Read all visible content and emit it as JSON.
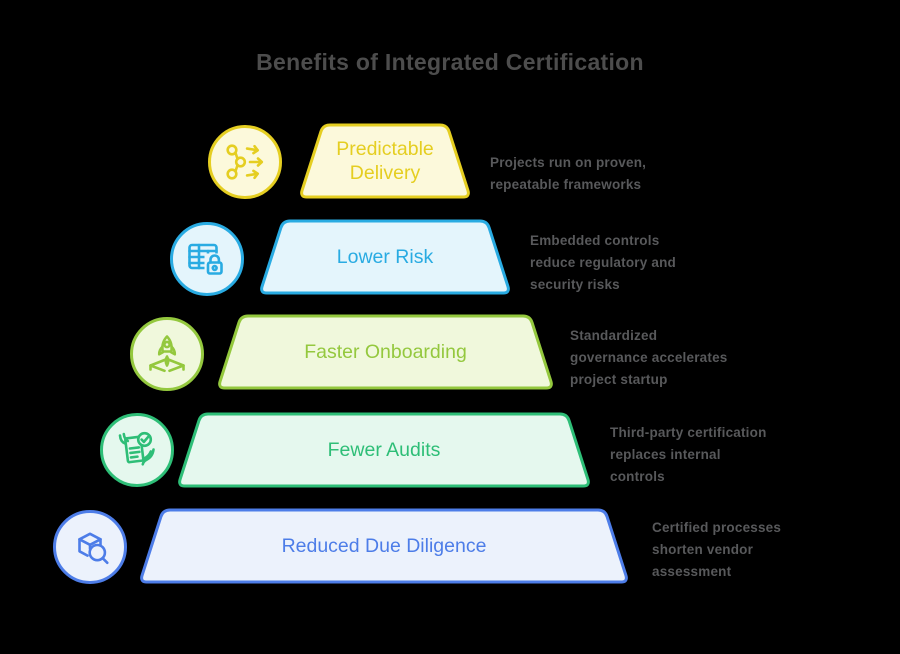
{
  "title": "Benefits of Integrated Certification",
  "background_color": "#000000",
  "title_color": "#4D4D4D",
  "description_color": "#58595B",
  "levels": [
    {
      "label": "Predictable Delivery",
      "description": "Projects run on proven, repeatable frameworks",
      "desc_lines": [
        "Projects run on proven,",
        "repeatable frameworks"
      ],
      "icon": "share-network-icon",
      "stroke": "#E5CE21",
      "fill": "#FCF9DB"
    },
    {
      "label": "Lower Risk",
      "description": "Embedded controls reduce regulatory and security risks",
      "desc_lines": [
        "Embedded controls",
        "reduce regulatory and",
        "security risks"
      ],
      "icon": "table-lock-icon",
      "stroke": "#29ABE2",
      "fill": "#E4F5FC"
    },
    {
      "label": "Faster Onboarding",
      "description": "Standardized governance accelerates project startup",
      "desc_lines": [
        "Standardized",
        "governance accelerates",
        "project startup"
      ],
      "icon": "rocket-launch-icon",
      "stroke": "#94C83E",
      "fill": "#F0F8DC"
    },
    {
      "label": "Fewer Audits",
      "description": "Third-party certification replaces internal controls",
      "desc_lines": [
        "Third-party certification",
        "replaces internal",
        "controls"
      ],
      "icon": "document-check-hand-icon",
      "stroke": "#2EBE77",
      "fill": "#E5F8EE"
    },
    {
      "label": "Reduced Due Diligence",
      "description": "Certified processes shorten vendor assessment",
      "desc_lines": [
        "Certified processes",
        "shorten vendor",
        "assessment"
      ],
      "icon": "cube-search-icon",
      "stroke": "#4D7DE8",
      "fill": "#ECF2FC"
    }
  ]
}
